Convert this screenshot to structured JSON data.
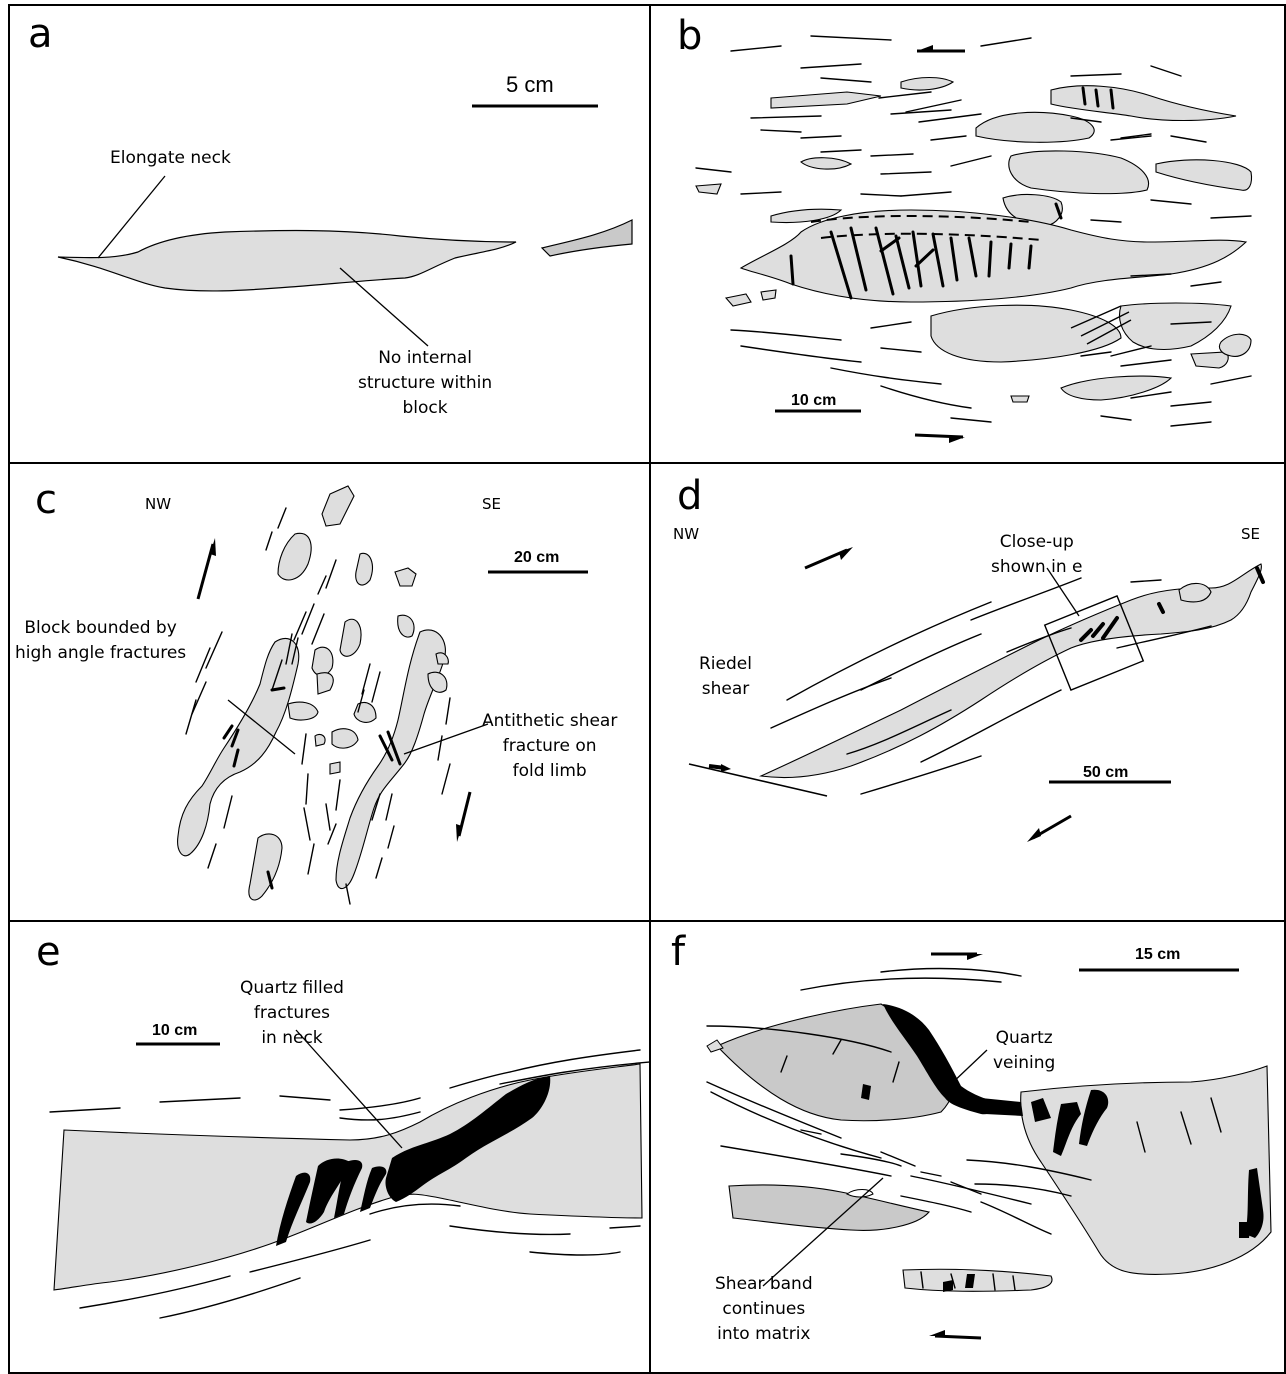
{
  "figure": {
    "panels": [
      {
        "letter": "a",
        "scale": "5 cm",
        "labels": [
          "Elongate neck",
          "No internal",
          "structure within",
          "block"
        ]
      },
      {
        "letter": "b",
        "scale": "10 cm"
      },
      {
        "letter": "c",
        "scale": "20 cm",
        "orientation": [
          "NW",
          "SE"
        ],
        "labels": [
          "Block bounded by",
          "high angle fractures",
          "Antithetic shear",
          "fracture on",
          "fold limb"
        ]
      },
      {
        "letter": "d",
        "scale": "50 cm",
        "orientation": [
          "NW",
          "SE"
        ],
        "labels": [
          "Close-up",
          "shown in e",
          "Riedel",
          "shear"
        ]
      },
      {
        "letter": "e",
        "scale": "10 cm",
        "labels": [
          "Quartz filled",
          "fractures",
          "in neck"
        ]
      },
      {
        "letter": "f",
        "scale": "15 cm",
        "labels": [
          "Quartz",
          "veining",
          "Shear band",
          "continues",
          "into matrix"
        ]
      }
    ]
  },
  "colors": {
    "block_fill": "#dedede",
    "block_fill_dark": "#c9c9c9",
    "vein": "#000000",
    "line": "#000000"
  },
  "icons": [
    "shear-sense-arrow-icon"
  ]
}
